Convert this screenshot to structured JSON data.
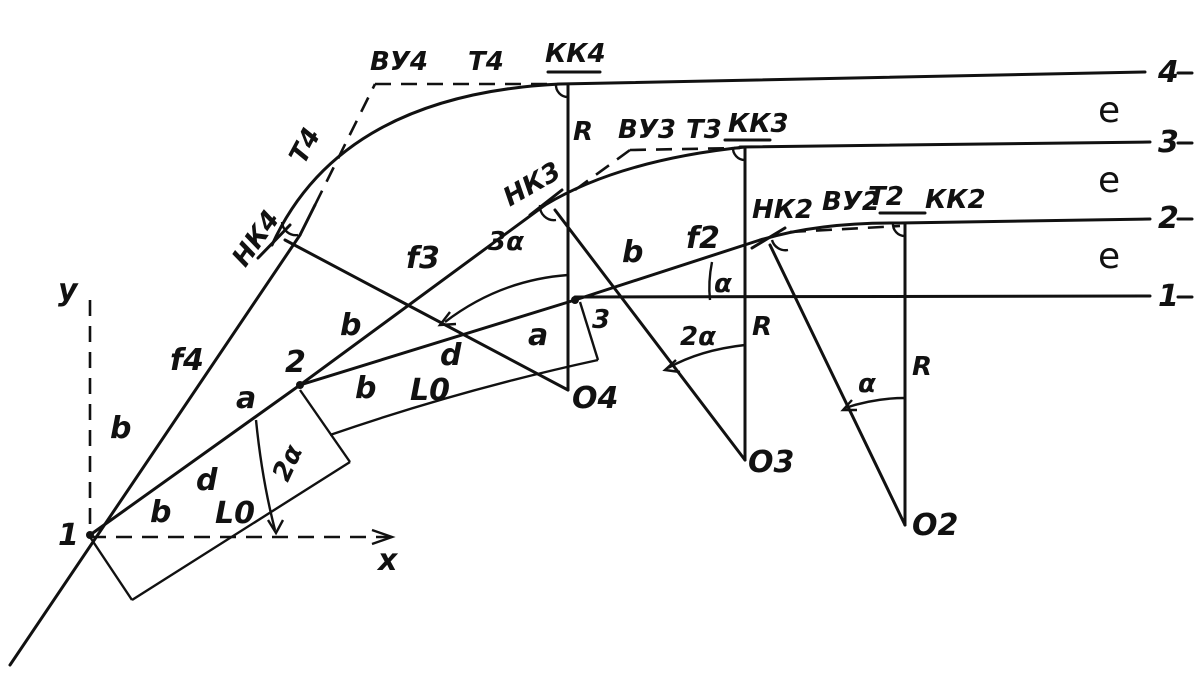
{
  "diagram": {
    "labels": {
      "vu4": "ВУ4",
      "t4_top": "T4",
      "kk4": "КК4",
      "t4_side": "T4",
      "nk4": "НК4",
      "f4": "f4",
      "y_axis": "y",
      "x_axis": "x",
      "b_left": "b",
      "pt1": "1",
      "b_low": "b",
      "d_low": "d",
      "l0_low": "L0",
      "a_low": "a",
      "pt2": "2",
      "two_alpha_low": "2α",
      "b_mid": "b",
      "f3": "f3",
      "three_alpha": "3α",
      "nk3": "НК3",
      "d_mid": "d",
      "b_mid2": "b",
      "l0_mid": "L0",
      "a_mid": "a",
      "pt3": "3",
      "o4": "O4",
      "r4": "R",
      "vu3": "ВУ3",
      "t3": "T3",
      "kk3": "КК3",
      "b_right": "b",
      "f2": "f2",
      "alpha_mid": "α",
      "two_alpha_mid": "2α",
      "r3": "R",
      "o3": "O3",
      "nk2": "НК2",
      "vu2": "ВУ2",
      "t2": "T2",
      "kk2": "КК2",
      "r2": "R",
      "alpha_right": "α",
      "o2": "O2",
      "e1": "e",
      "e2": "e",
      "e3": "e",
      "line4": "4",
      "line3": "3",
      "line2": "2",
      "line1": "1"
    }
  }
}
